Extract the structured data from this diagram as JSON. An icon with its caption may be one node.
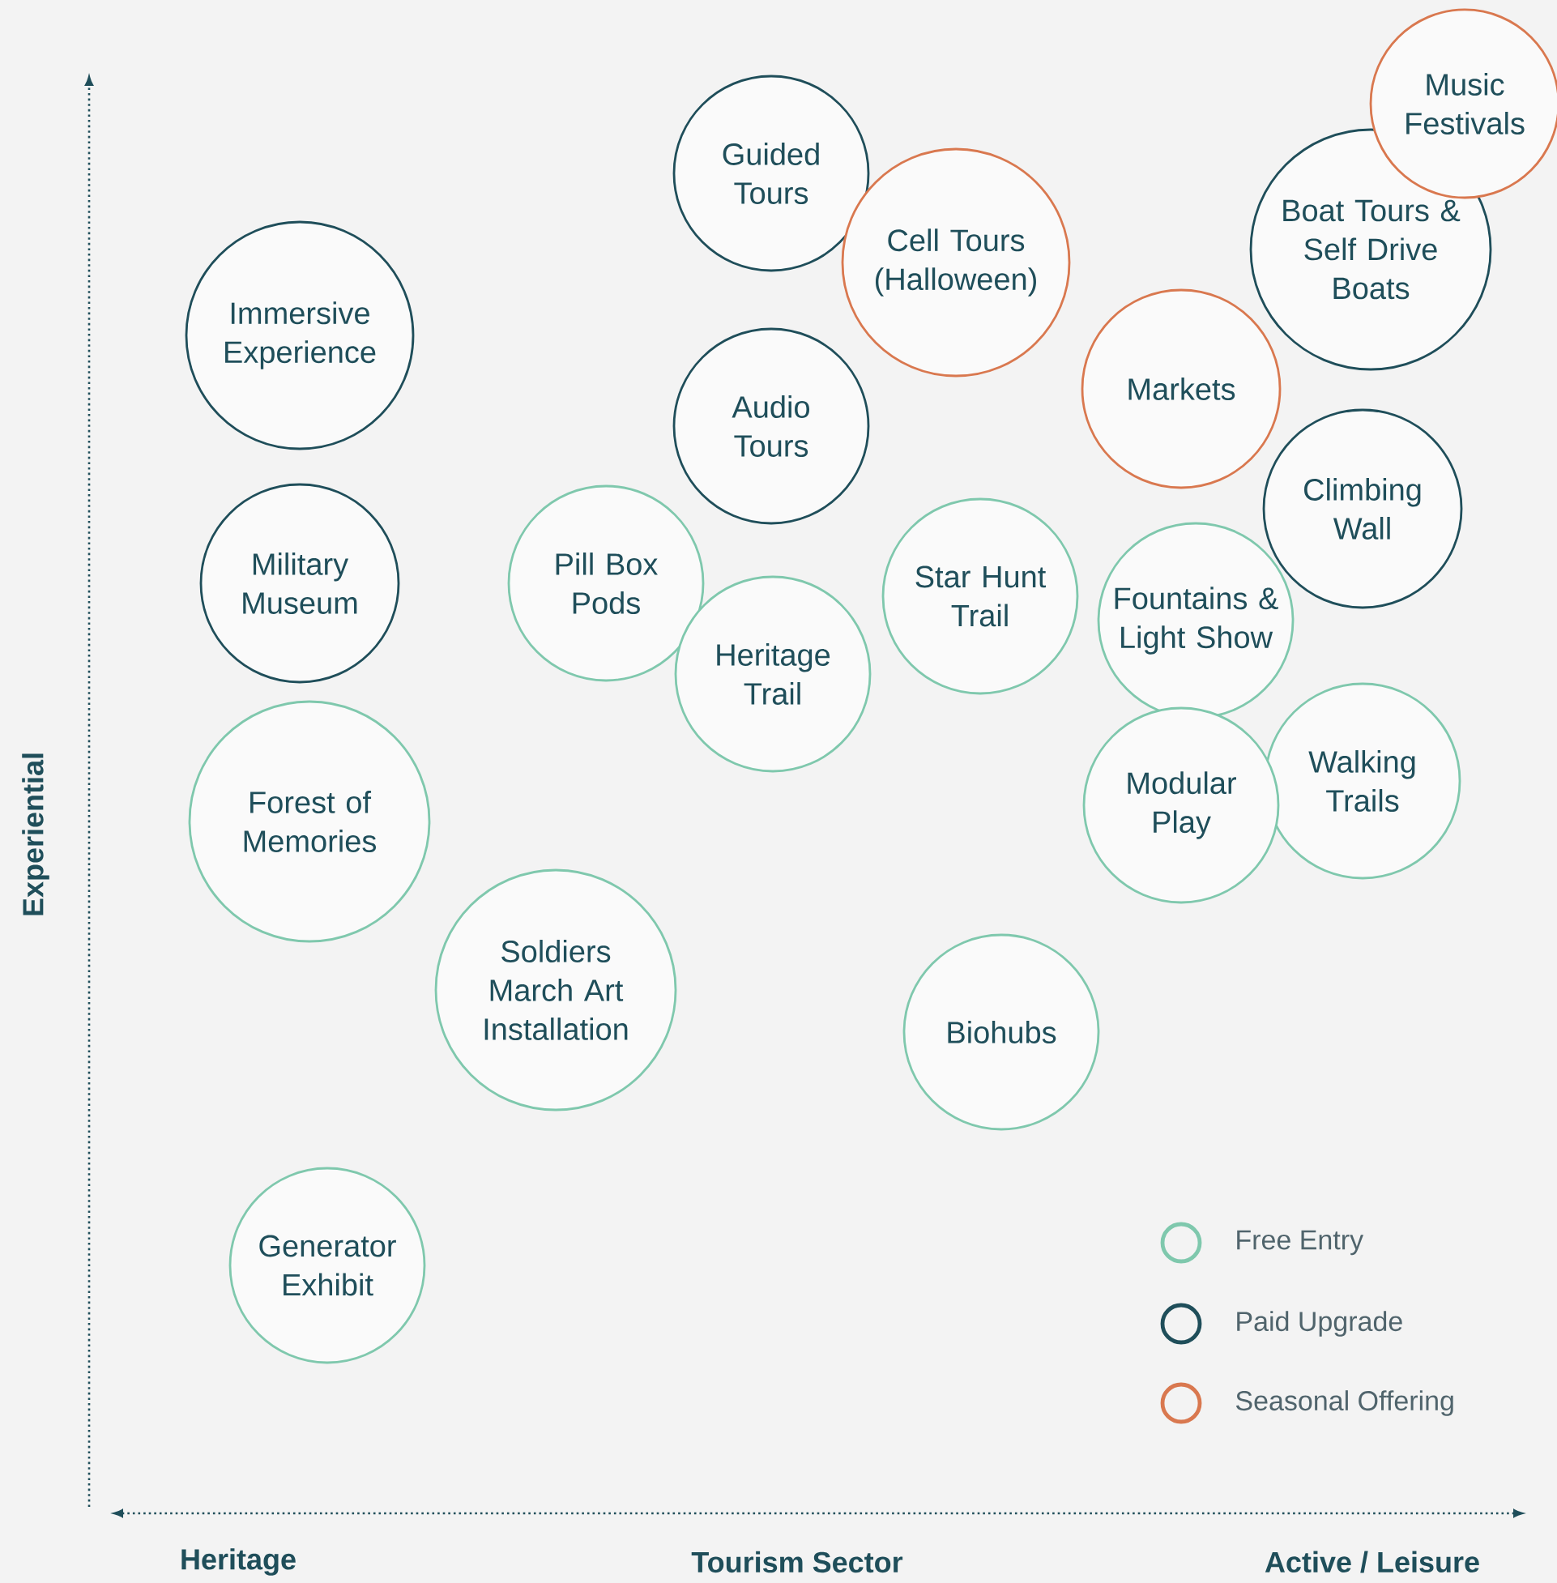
{
  "diagram": {
    "nodes": [
      {
        "text": [
          "Guided Tours"
        ]
      },
      {
        "text": [
          "Music Festivals"
        ]
      },
      {
        "text": [
          "Cell Tours (Halloween)"
        ]
      },
      {
        "text": [
          "Boat Tours & Self Drive Boats"
        ]
      },
      {
        "text": [
          "Immersive Experience"
        ]
      },
      {
        "text": [
          "Markets"
        ]
      },
      {
        "text": [
          "Audio Tours"
        ]
      },
      {
        "text": [
          "Climbing Wall"
        ]
      },
      {
        "text": [
          "Military Museum"
        ]
      },
      {
        "text": [
          "Pill Box Pods"
        ]
      },
      {
        "text": [
          "Star Hunt Trail"
        ]
      },
      {
        "text": [
          "Fountains & Light Show"
        ]
      },
      {
        "text": [
          "Heritage Trail"
        ]
      },
      {
        "text": [
          "Walking Trails"
        ]
      },
      {
        "text": [
          "Modular Play"
        ]
      },
      {
        "text": [
          "Forest of Memories"
        ]
      },
      {
        "text": [
          "Soldiers March Art Installation"
        ]
      },
      {
        "text": [
          "Biohubs"
        ]
      },
      {
        "text": [
          "Generator Exhibit"
        ]
      }
    ],
    "labels": [
      "Experiential",
      "Heritage",
      "Tourism Sector",
      "Active / Leisure"
    ],
    "legend": [
      {
        "text": "Free Entry",
        "color": "#7fc8ad"
      },
      {
        "text": "Paid Upgrade",
        "color": "#1f4e5a"
      },
      {
        "text": "Seasonal Offering",
        "color": "#d9784f"
      }
    ]
  }
}
